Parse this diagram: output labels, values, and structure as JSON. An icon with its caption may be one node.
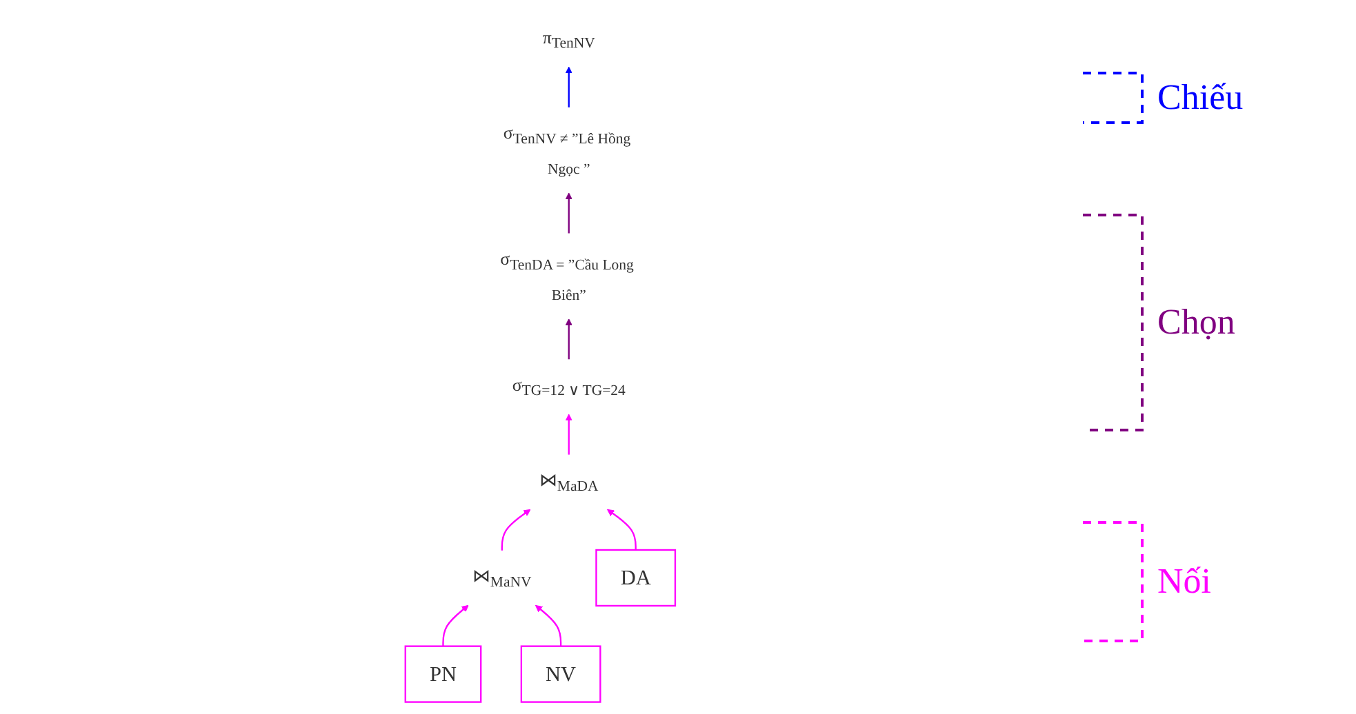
{
  "diagram": {
    "nodes": [
      {
        "text": [
          "π$_{TenNV}$"
        ]
      },
      {
        "text": [
          "σ$_{TenNV ≠ ”Lê Hồng Ngọc ”}$"
        ]
      },
      {
        "text": [
          "σ$_{TenDA = ”Cầu Long Biên”}$"
        ]
      },
      {
        "text": [
          "σ$_{TG=12 ∨ TG=24}$"
        ]
      },
      {
        "text": [
          "⋈$_{MaDA}$"
        ]
      },
      {
        "text": [
          "⋈$_{MaNV}$"
        ]
      },
      {
        "text": [
          "PN"
        ]
      },
      {
        "text": [
          "NV"
        ]
      },
      {
        "text": [
          "DA"
        ]
      }
    ],
    "edges": [
      {
        "from": 6,
        "to": 5,
        "arrow": "to"
      },
      {
        "from": 7,
        "to": 5,
        "arrow": "to"
      },
      {
        "from": 5,
        "to": 4,
        "arrow": "to"
      },
      {
        "from": 8,
        "to": 4,
        "arrow": "to"
      },
      {
        "from": 4,
        "to": 3,
        "arrow": "to"
      },
      {
        "from": 3,
        "to": 2,
        "arrow": "to",
        "color": "#800080"
      },
      {
        "from": 2,
        "to": 1,
        "arrow": "to",
        "color": "#800080"
      },
      {
        "from": 1,
        "to": 0,
        "arrow": "to",
        "color": "#0000ff"
      }
    ],
    "legend": [
      {
        "text": "Chiếu"
      },
      {
        "text": "Chọn"
      },
      {
        "text": "Nối"
      }
    ]
  }
}
